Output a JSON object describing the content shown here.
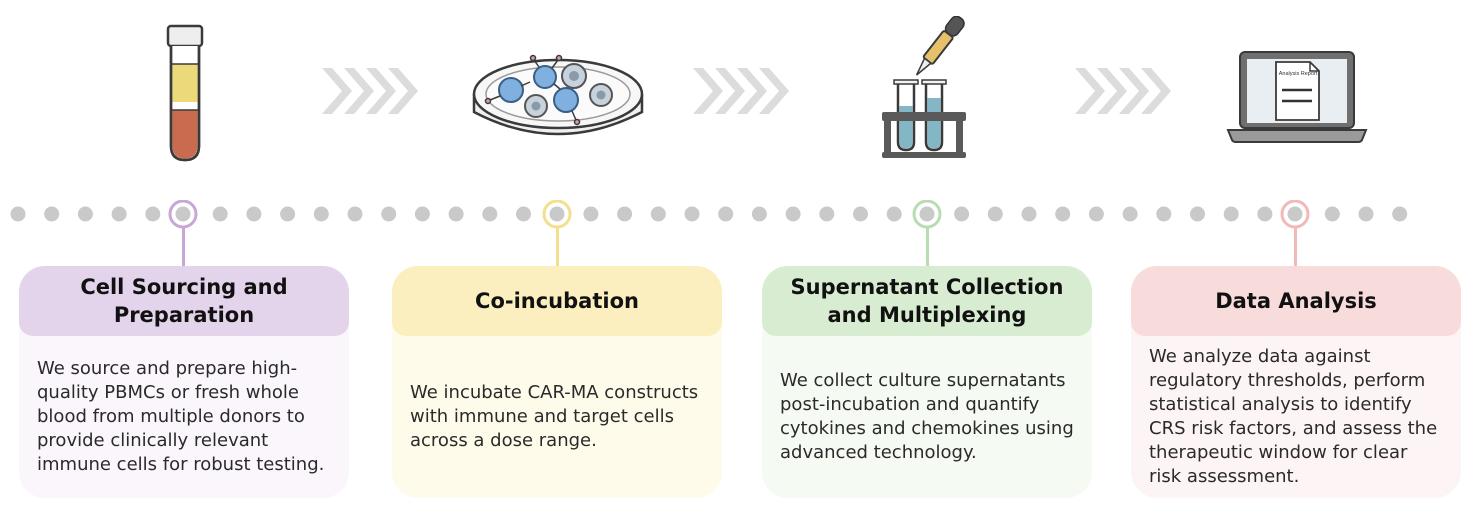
{
  "steps": [
    {
      "title": "Cell Sourcing and\nPreparation",
      "text": "We source and prepare high-quality PBMCs or fresh whole blood from multiple donors to provide clinically relevant immune cells for robust testing.",
      "color": "#c9a6d8",
      "header_bg": "#e3d4ec",
      "body_bg": "#faf6fc"
    },
    {
      "title": "Co-incubation",
      "text": "We incubate CAR-MA constructs with immune and target cells across a dose range.",
      "color": "#f3df8e",
      "header_bg": "#fcefbf",
      "body_bg": "#fffbea"
    },
    {
      "title": "Supernatant Collection\nand Multiplexing",
      "text": "We collect culture supernatants post-incubation and quantify cytokines and chemokines using advanced technology.",
      "color": "#b9dcb0",
      "header_bg": "#d8ecd2",
      "body_bg": "#f5faf3"
    },
    {
      "title": "Data Analysis",
      "text": "We analyze data against regulatory thresholds, perform statistical analysis to identify CRS risk factors, and assess the therapeutic window for clear risk assessment.",
      "color": "#f1b9b8",
      "header_bg": "#f8dcdb",
      "body_bg": "#fdf5f5"
    }
  ],
  "icons": [
    "blood-tube-icon",
    "petri-dish-icon",
    "pipette-test-tubes-icon",
    "laptop-report-icon"
  ],
  "report_label": "Analysis Report",
  "timeline_dot_color": "#c9c9c9",
  "chevron_color": "#dcdcdc"
}
